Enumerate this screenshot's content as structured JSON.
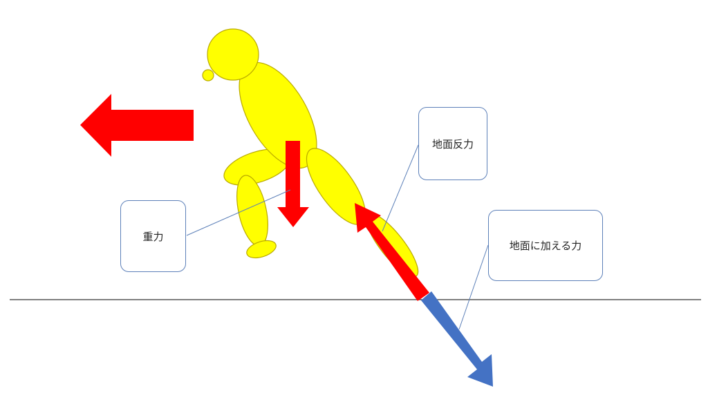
{
  "labels": {
    "gravity": "重力",
    "ground_reaction": "地面反力",
    "force_on_ground": "地面に加える力"
  },
  "colors": {
    "body": "#ffff00",
    "body_outline": "#b8a800",
    "force_arrow": "#ff0000",
    "ground_arrow": "#4472c4",
    "ground_line": "#333333",
    "callout_border": "#5b7fb8"
  }
}
